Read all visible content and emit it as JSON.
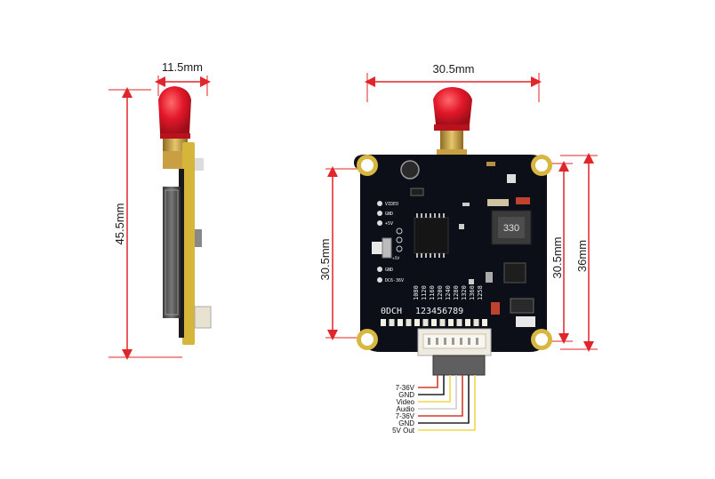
{
  "dimensions": {
    "side_width": "11.5mm",
    "side_height": "45.5mm",
    "front_width": "30.5mm",
    "front_left_height": "30.5mm",
    "front_inner_height": "30.5mm",
    "front_outer_height": "36mm"
  },
  "board": {
    "pad_labels": [
      "VIDEO",
      "GND",
      "+5V",
      "GND",
      "DC6-36V"
    ],
    "inductor_code": "330",
    "switch_label": "+5V",
    "channel_prefix": "0DCH",
    "channel_digits": "123456789",
    "frequencies": [
      "1080",
      "1120",
      "1160",
      "1200",
      "1240",
      "1280",
      "1320",
      "1360",
      "1258"
    ]
  },
  "wires": {
    "labels": [
      "7-36V",
      "GND",
      "Video",
      "Audio",
      "7-36V",
      "GND",
      "5V Out"
    ],
    "colors": [
      "#d43a2f",
      "#222222",
      "#f0d84a",
      "#cfcfcf",
      "#d43a2f",
      "#222222",
      "#f0d84a"
    ]
  },
  "colors": {
    "dimension_line": "#e0262a",
    "pcb": "#0c0f18",
    "antenna_cap": "#e3182a",
    "gold": "#c9a24a"
  }
}
